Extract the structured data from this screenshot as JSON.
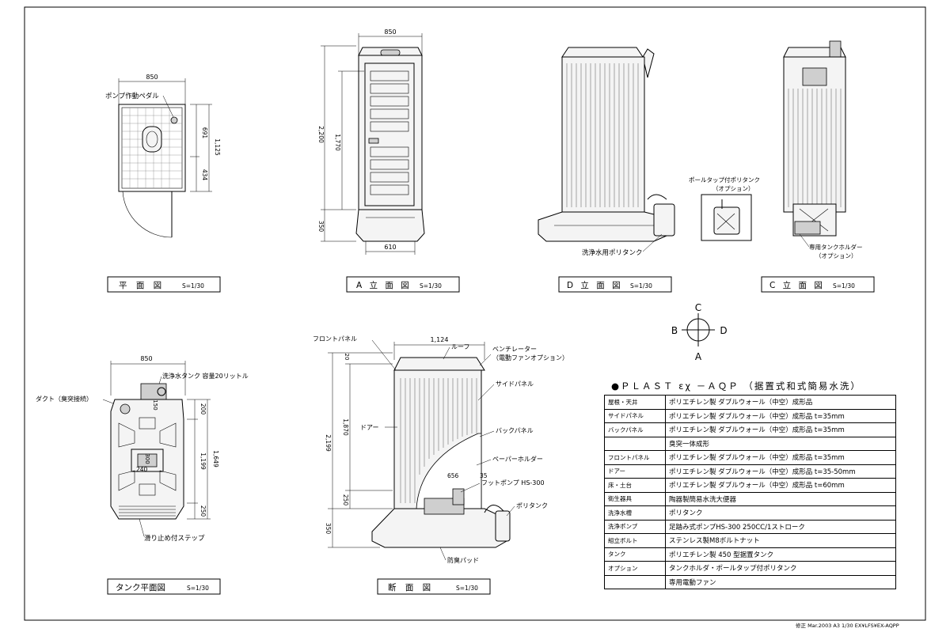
{
  "views": {
    "plan": {
      "title": "平 面 図",
      "scale": "S=1/30",
      "width": "850",
      "pedal": "ポンプ作動ペダル",
      "dims": [
        "691",
        "1,125",
        "434"
      ]
    },
    "a_elev": {
      "title": "A 立 面 図",
      "scale": "S=1/30",
      "width": "850",
      "base_width": "610",
      "dims": [
        "2,200",
        "1,770",
        "350"
      ]
    },
    "d_elev": {
      "title": "D 立 面 図",
      "scale": "S=1/30",
      "tank_label": "洗浄水用ポリタンク"
    },
    "c_elev": {
      "title": "C 立 面 図",
      "scale": "S=1/30",
      "holder_label": "専用タンクホルダー",
      "holder_option": "（オプション）"
    },
    "pole_tank": {
      "label": "ポールタップ付ポリタンク",
      "option": "（オプション）"
    },
    "tank_plan": {
      "title": "タンク平面図",
      "scale": "S=1/30",
      "width": "850",
      "duct": "ダクト（臭突接続）",
      "tank": "洗浄水タンク 容量20リットル",
      "dims": [
        "200",
        "1,199",
        "1,649",
        "250",
        "150",
        "300",
        "240"
      ],
      "step": "滑り止め付ステップ"
    },
    "section": {
      "title": "断 面 図",
      "scale": "S=1/30",
      "width": "1,124",
      "dims": [
        "20",
        "2,199",
        "1,870",
        "250",
        "350",
        "656",
        "35"
      ],
      "labels": {
        "front_panel": "フロントパネル",
        "roof": "ルーフ",
        "ventilator": "ベンチレーター",
        "ventilator_opt": "（電動ファンオプション）",
        "side_panel": "サイドパネル",
        "door": "ドアー",
        "back_panel": "バックパネル",
        "paper": "ペーパーホルダー",
        "foot_pump": "フットポンプ HS-300",
        "poly_tank": "ポリタンク",
        "pad": "防臭パッド"
      }
    }
  },
  "compass": {
    "n": "C",
    "s": "A",
    "w": "B",
    "e": "D"
  },
  "spec": {
    "title": "●ＰＬＡＳＴ εχ －ＡＱＰ （据置式和式簡易水洗）",
    "rows": [
      {
        "k": "屋根・天井",
        "v": "ポリエチレン製 ダブルウォール（中空）成形品"
      },
      {
        "k": "サイドパネル",
        "v": "ポリエチレン製 ダブルウォール（中空）成形品 t=35mm"
      },
      {
        "k": "バックパネル",
        "v": "ポリエチレン製 ダブルウォール（中空）成形品 t=35mm"
      },
      {
        "k": "",
        "v": "臭突一体成形"
      },
      {
        "k": "フロントパネル",
        "v": "ポリエチレン製 ダブルウォール（中空）成形品 t=35mm"
      },
      {
        "k": "ドアー",
        "v": "ポリエチレン製 ダブルウォール（中空）成形品 t=35-50mm"
      },
      {
        "k": "床・土台",
        "v": "ポリエチレン製 ダブルウォール（中空）成形品 t=60mm"
      },
      {
        "k": "衛生器具",
        "v": "陶器製簡易水洗大便器"
      },
      {
        "k": "洗浄水槽",
        "v": "ポリタンク"
      },
      {
        "k": "洗浄ポンプ",
        "v": "足踏み式ポンプHS-300 250CC/1ストローク"
      },
      {
        "k": "組立ボルト",
        "v": "ステンレス製M8ボルトナット"
      },
      {
        "k": "タンク",
        "v": "ポリエチレン製 450 型据置タンク"
      },
      {
        "k": "オプション",
        "v": "タンクホルダ・ポールタップ付ポリタンク"
      },
      {
        "k": "",
        "v": "専用電動ファン"
      }
    ]
  },
  "revision": "修正 Mar.2003 A3 1/30 EX¥LFS¥EX-AQPP"
}
